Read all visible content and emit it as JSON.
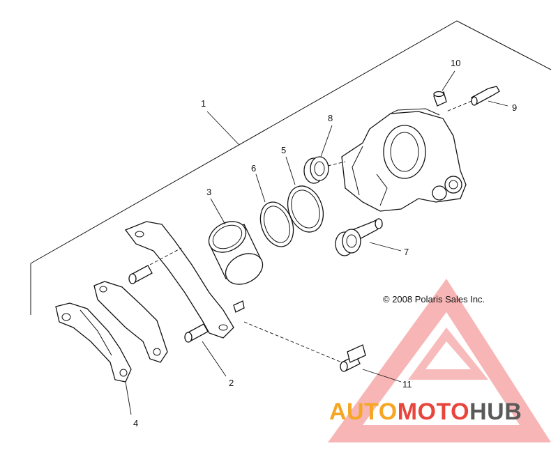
{
  "diagram": {
    "callouts": {
      "c1": "1",
      "c2": "2",
      "c3": "3",
      "c4": "4",
      "c5": "5",
      "c6": "6",
      "c7": "7",
      "c8": "8",
      "c9": "9",
      "c10": "10",
      "c11": "11"
    },
    "copyright": "© 2008 Polaris Sales Inc.",
    "watermark": {
      "part1": "AUTO",
      "part2": "MOTO",
      "part3": "HUB",
      "colors": {
        "orange": "#f5a623",
        "red": "#e8453c",
        "gray": "#5a5a5a",
        "triangle": "#ee4b4b"
      }
    }
  }
}
